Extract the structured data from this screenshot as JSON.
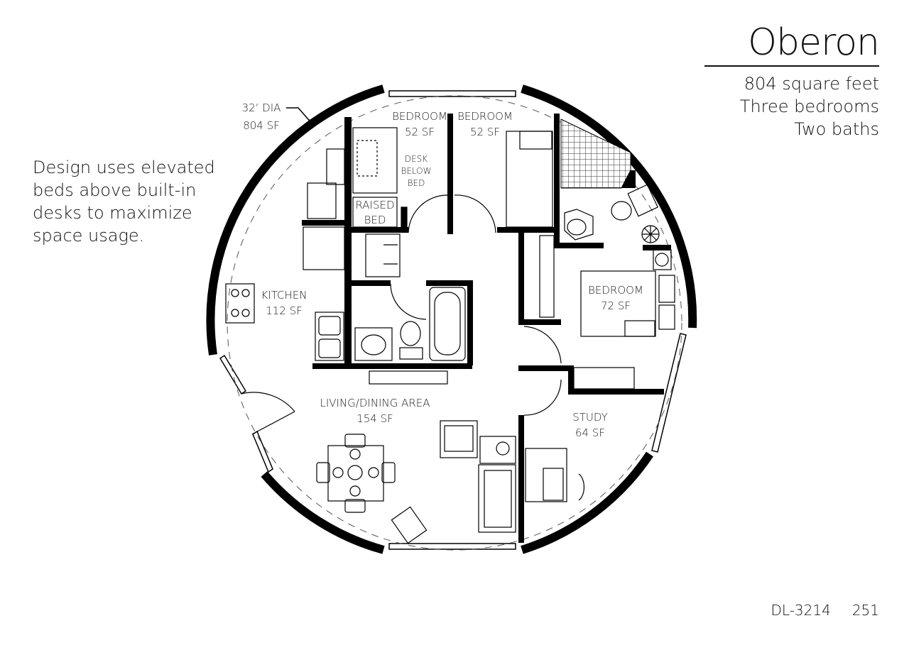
{
  "header": {
    "title": "Oberon",
    "specs": [
      "804 square feet",
      "Three bedrooms",
      "Two baths"
    ]
  },
  "note": {
    "lines": [
      "Design uses elevated",
      "beds above built-in",
      "desks to maximize",
      "space usage."
    ]
  },
  "dimension": {
    "diameter": "32’ DIA",
    "area": "804 SF"
  },
  "rooms": [
    {
      "name": "BEDROOM",
      "area": "52 SF"
    },
    {
      "name": "BEDROOM",
      "area": "52 SF"
    },
    {
      "name": "BEDROOM",
      "area": "72 SF"
    },
    {
      "name": "KITCHEN",
      "area": "112 SF"
    },
    {
      "name": "LIVING/DINING AREA",
      "area": "154 SF"
    },
    {
      "name": "STUDY",
      "area": "64 SF"
    }
  ],
  "annotations": {
    "desk_below_bed": [
      "DESK",
      "BELOW",
      "BED"
    ],
    "raised_bed": [
      "RAISED",
      "BED"
    ]
  },
  "footer": {
    "plan_code": "DL-3214",
    "page": "251"
  }
}
